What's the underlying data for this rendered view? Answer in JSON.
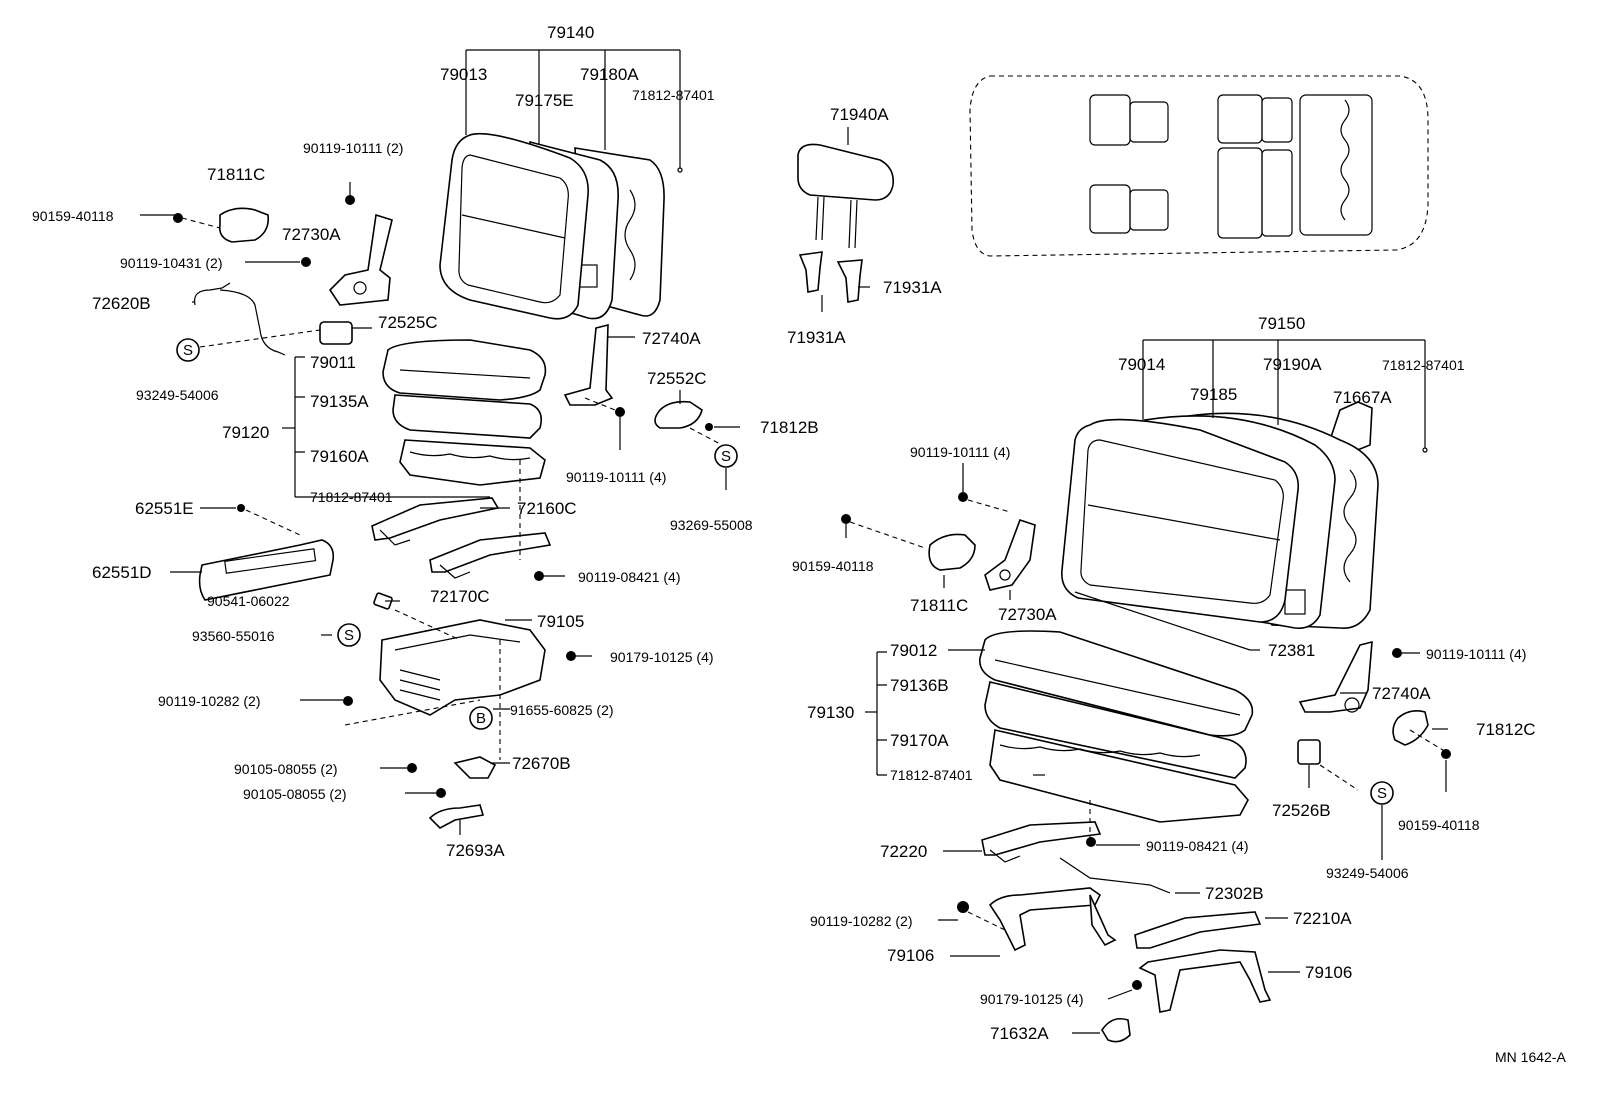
{
  "labels": {
    "p79140": "79140",
    "p79013": "79013",
    "p79175E": "79175E",
    "p79180A": "79180A",
    "p71812_87401_a": "71812-87401",
    "p71940A": "71940A",
    "p90119_10111_2": "90119-10111 (2)",
    "p71811C_a": "71811C",
    "p90159_40118_a": "90159-40118",
    "p72730A_a": "72730A",
    "p90119_10431": "90119-10431 (2)",
    "p72620B": "72620B",
    "p72525C": "72525C",
    "p93249_54006_a": "93249-54006",
    "p79011": "79011",
    "p79135A": "79135A",
    "p79120": "79120",
    "p79160A": "79160A",
    "p71812_87401_b": "71812-87401",
    "p72740A_a": "72740A",
    "p72552C": "72552C",
    "p71812B": "71812B",
    "p90119_10111_4a": "90119-10111 (4)",
    "p93269_55008": "93269-55008",
    "p71931A_a": "71931A",
    "p71931A_b": "71931A",
    "p62551E": "62551E",
    "p72160C": "72160C",
    "p62551D": "62551D",
    "p90119_08421_a": "90119-08421 (4)",
    "p72170C": "72170C",
    "p90541_06022": "90541-06022",
    "p79105": "79105",
    "p93560_55016": "93560-55016",
    "p90179_10125_a": "90179-10125 (4)",
    "p90119_10282_a": "90119-10282 (2)",
    "p91655_60825": "91655-60825 (2)",
    "p90105_08055_a": "90105-08055 (2)",
    "p72670B": "72670B",
    "p90105_08055_b": "90105-08055 (2)",
    "p72693A": "72693A",
    "p79150": "79150",
    "p79014": "79014",
    "p79185": "79185",
    "p79190A": "79190A",
    "p71812_87401_c": "71812-87401",
    "p71667A": "71667A",
    "p90119_10111_4b": "90119-10111 (4)",
    "p90159_40118_b": "90159-40118",
    "p71811C_b": "71811C",
    "p72730A_b": "72730A",
    "p79012": "79012",
    "p72381": "72381",
    "p90119_10111_4c": "90119-10111 (4)",
    "p79136B": "79136B",
    "p72740A_b": "72740A",
    "p79130": "79130",
    "p79170A": "79170A",
    "p71812C": "71812C",
    "p71812_87401_d": "71812-87401",
    "p72526B": "72526B",
    "p90159_40118_c": "90159-40118",
    "p93249_54006_b": "93249-54006",
    "p72220": "72220",
    "p90119_08421_b": "90119-08421 (4)",
    "p72302B": "72302B",
    "p90119_10282_b": "90119-10282 (2)",
    "p72210A": "72210A",
    "p79106_a": "79106",
    "p79106_b": "79106",
    "p90179_10125_b": "90179-10125 (4)",
    "p71632A": "71632A",
    "footer_code": "MN  1642-A"
  },
  "symbols": {
    "s": "S",
    "b": "B"
  }
}
